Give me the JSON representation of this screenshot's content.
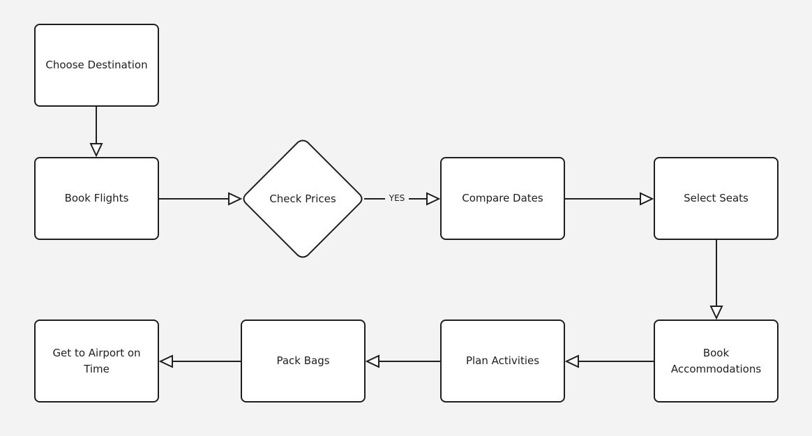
{
  "nodes": {
    "choose_destination": "Choose Destination",
    "book_flights": "Book Flights",
    "check_prices": "Check Prices",
    "compare_dates": "Compare Dates",
    "select_seats": "Select Seats",
    "book_accommodations": "Book Accommodations",
    "plan_activities": "Plan Activities",
    "pack_bags": "Pack Bags",
    "get_to_airport": "Get to Airport on Time"
  },
  "edges": {
    "check_to_compare_label": "YES"
  },
  "colors": {
    "background": "#f3f3f3",
    "node_fill": "#ffffff",
    "stroke": "#1e1e1e"
  }
}
